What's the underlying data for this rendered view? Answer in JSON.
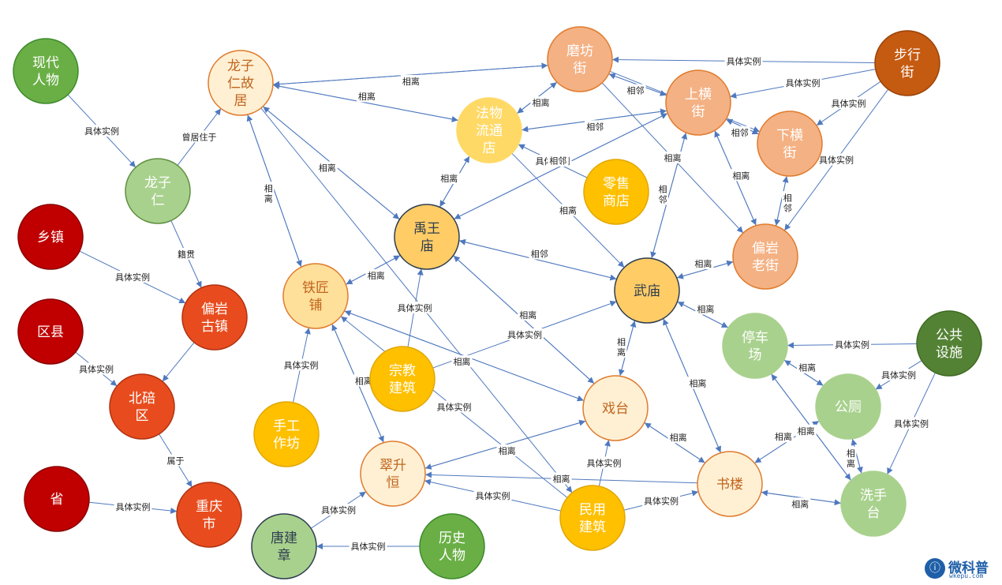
{
  "colors": {
    "edge": "#4f79be",
    "label_text": "#222222"
  },
  "logo": {
    "name": "微科普",
    "url": "wkepu.com"
  },
  "nodes": [
    {
      "id": "xiandai",
      "lines": [
        "现代",
        "人物"
      ],
      "fill": "#6aaf46",
      "stroke": "#3d8a2a",
      "text": "#ffffff"
    },
    {
      "id": "longziren",
      "lines": [
        "龙子",
        "仁"
      ],
      "fill": "#a9d18e",
      "stroke": "#5f8f3f",
      "text": "#ffffff"
    },
    {
      "id": "longzi_guju",
      "lines": [
        "龙子",
        "仁故",
        "居"
      ],
      "fill": "#fff0d3",
      "stroke": "#e07b2e",
      "text": "#c0641e"
    },
    {
      "id": "xiangzhen",
      "lines": [
        "乡镇"
      ],
      "fill": "#c00000",
      "stroke": "#8a0000",
      "text": "#ffffff"
    },
    {
      "id": "pianyan_guzhen",
      "lines": [
        "偏岩",
        "古镇"
      ],
      "fill": "#e84c1e",
      "stroke": "#b03210",
      "text": "#ffffff"
    },
    {
      "id": "quxian",
      "lines": [
        "区县"
      ],
      "fill": "#c00000",
      "stroke": "#8a0000",
      "text": "#ffffff"
    },
    {
      "id": "beibei",
      "lines": [
        "北碚",
        "区"
      ],
      "fill": "#e84c1e",
      "stroke": "#b03210",
      "text": "#ffffff"
    },
    {
      "id": "sheng",
      "lines": [
        "省"
      ],
      "fill": "#c00000",
      "stroke": "#8a0000",
      "text": "#ffffff"
    },
    {
      "id": "chongqing",
      "lines": [
        "重庆",
        "市"
      ],
      "fill": "#e84c1e",
      "stroke": "#b03210",
      "text": "#ffffff"
    },
    {
      "id": "tiejiangpu",
      "lines": [
        "铁匠",
        "铺"
      ],
      "fill": "#ffe09a",
      "stroke": "#e07b2e",
      "text": "#c0641e"
    },
    {
      "id": "shougong",
      "lines": [
        "手工",
        "作坊"
      ],
      "fill": "#ffc000",
      "stroke": "#e0a800",
      "text": "#ffffff"
    },
    {
      "id": "tangjianzhang",
      "lines": [
        "唐建",
        "章"
      ],
      "fill": "#a9d18e",
      "stroke": "#2e3e4e",
      "text": "#2e3e4e"
    },
    {
      "id": "lishi",
      "lines": [
        "历史",
        "人物"
      ],
      "fill": "#6aaf46",
      "stroke": "#3d8a2a",
      "text": "#ffffff"
    },
    {
      "id": "cuishengheng",
      "lines": [
        "翠升",
        "恒"
      ],
      "fill": "#fff0d3",
      "stroke": "#e07b2e",
      "text": "#c0641e"
    },
    {
      "id": "yuwangmiao",
      "lines": [
        "禹王",
        "庙"
      ],
      "fill": "#ffcc66",
      "stroke": "#2e3e4e",
      "text": "#2e3e4e"
    },
    {
      "id": "zongjiao",
      "lines": [
        "宗教",
        "建筑"
      ],
      "fill": "#ffc000",
      "stroke": "#e0a800",
      "text": "#ffffff"
    },
    {
      "id": "fawu",
      "lines": [
        "法物",
        "流通",
        "店"
      ],
      "fill": "#ffd966",
      "stroke": "#ffd966",
      "text": "#ffffff"
    },
    {
      "id": "lingshou",
      "lines": [
        "零售",
        "商店"
      ],
      "fill": "#ffc000",
      "stroke": "#e0a800",
      "text": "#ffffff"
    },
    {
      "id": "mofang",
      "lines": [
        "磨坊",
        "街"
      ],
      "fill": "#f4b183",
      "stroke": "#e07b2e",
      "text": "#ffffff"
    },
    {
      "id": "buxingjie",
      "lines": [
        "步行",
        "街"
      ],
      "fill": "#c55a11",
      "stroke": "#9a4308",
      "text": "#ffffff"
    },
    {
      "id": "shangheng",
      "lines": [
        "上横",
        "街"
      ],
      "fill": "#f4b183",
      "stroke": "#e07b2e",
      "text": "#ffffff"
    },
    {
      "id": "xiaheng",
      "lines": [
        "下横",
        "街"
      ],
      "fill": "#f4b183",
      "stroke": "#e07b2e",
      "text": "#ffffff"
    },
    {
      "id": "pianyan_laojie",
      "lines": [
        "偏岩",
        "老街"
      ],
      "fill": "#f4b183",
      "stroke": "#e07b2e",
      "text": "#ffffff"
    },
    {
      "id": "wumiao",
      "lines": [
        "武庙"
      ],
      "fill": "#ffcc66",
      "stroke": "#2e3e4e",
      "text": "#2e3e4e"
    },
    {
      "id": "xitai",
      "lines": [
        "戏台"
      ],
      "fill": "#fff0d3",
      "stroke": "#e07b2e",
      "text": "#c0641e"
    },
    {
      "id": "minyong",
      "lines": [
        "民用",
        "建筑"
      ],
      "fill": "#ffc000",
      "stroke": "#e0a800",
      "text": "#ffffff"
    },
    {
      "id": "shulou",
      "lines": [
        "书楼"
      ],
      "fill": "#fff0d3",
      "stroke": "#e07b2e",
      "text": "#c0641e"
    },
    {
      "id": "tingchechang",
      "lines": [
        "停车",
        "场"
      ],
      "fill": "#a9d18e",
      "stroke": "#a9d18e",
      "text": "#ffffff"
    },
    {
      "id": "gonggong",
      "lines": [
        "公共",
        "设施"
      ],
      "fill": "#548235",
      "stroke": "#3f6a22",
      "text": "#ffffff"
    },
    {
      "id": "gongce",
      "lines": [
        "公厕"
      ],
      "fill": "#a9d18e",
      "stroke": "#a9d18e",
      "text": "#ffffff"
    },
    {
      "id": "xishoutai",
      "lines": [
        "洗手",
        "台"
      ],
      "fill": "#a9d18e",
      "stroke": "#a9d18e",
      "text": "#ffffff"
    }
  ],
  "edges": [
    {
      "from": "xiandai",
      "to": "longziren",
      "label": "具体实例"
    },
    {
      "from": "longziren",
      "to": "longzi_guju",
      "label": "曾居住于"
    },
    {
      "from": "longziren",
      "to": "pianyan_guzhen",
      "label": "籍贯"
    },
    {
      "from": "xiangzhen",
      "to": "pianyan_guzhen",
      "label": "具体实例"
    },
    {
      "from": "pianyan_guzhen",
      "to": "beibei",
      "label": ""
    },
    {
      "from": "quxian",
      "to": "beibei",
      "label": "具体实例"
    },
    {
      "from": "beibei",
      "to": "chongqing",
      "label": "属于"
    },
    {
      "from": "sheng",
      "to": "chongqing",
      "label": "具体实例"
    },
    {
      "from": "lishi",
      "to": "tangjianzhang",
      "label": "具体实例"
    },
    {
      "from": "tangjianzhang",
      "to": "cuishengheng",
      "label": "具体实例"
    },
    {
      "from": "shougong",
      "to": "tiejiangpu",
      "label": "具体实例"
    },
    {
      "from": "zongjiao",
      "to": "yuwangmiao",
      "label": "具体实例"
    },
    {
      "from": "zongjiao",
      "to": "wumiao",
      "label": "具体实例"
    },
    {
      "from": "minyong",
      "to": "xitai",
      "label": "具体实例"
    },
    {
      "from": "minyong",
      "to": "shulou",
      "label": "具体实例"
    },
    {
      "from": "minyong",
      "to": "cuishengheng",
      "label": "具体实例"
    },
    {
      "from": "minyong",
      "to": "tiejiangpu",
      "label": "具体实例"
    },
    {
      "from": "lingshou",
      "to": "fawu",
      "label": "具体实例"
    },
    {
      "from": "buxingjie",
      "to": "mofang",
      "label": "具体实例"
    },
    {
      "from": "buxingjie",
      "to": "shangheng",
      "label": "具体实例"
    },
    {
      "from": "buxingjie",
      "to": "xiaheng",
      "label": "具体实例"
    },
    {
      "from": "buxingjie",
      "to": "pianyan_laojie",
      "label": "具体实例"
    },
    {
      "from": "gonggong",
      "to": "tingchechang",
      "label": "具体实例"
    },
    {
      "from": "gonggong",
      "to": "gongce",
      "label": "具体实例"
    },
    {
      "from": "gonggong",
      "to": "xishoutai",
      "label": "具体实例"
    },
    {
      "from": "longzi_guju",
      "to": "mofang",
      "label": "相离"
    },
    {
      "from": "mofang",
      "to": "longzi_guju",
      "label": "相离"
    },
    {
      "from": "longzi_guju",
      "to": "fawu",
      "label": "相离"
    },
    {
      "from": "fawu",
      "to": "longzi_guju",
      "label": "相离"
    },
    {
      "from": "longzi_guju",
      "to": "yuwangmiao",
      "label": "相离"
    },
    {
      "from": "yuwangmiao",
      "to": "longzi_guju",
      "label": "相离"
    },
    {
      "from": "longzi_guju",
      "to": "tiejiangpu",
      "label": "相离"
    },
    {
      "from": "tiejiangpu",
      "to": "longzi_guju",
      "label": "相离"
    },
    {
      "from": "yuwangmiao",
      "to": "tiejiangpu",
      "label": "相离"
    },
    {
      "from": "tiejiangpu",
      "to": "yuwangmiao",
      "label": "相离"
    },
    {
      "from": "tiejiangpu",
      "to": "cuishengheng",
      "label": "相离"
    },
    {
      "from": "cuishengheng",
      "to": "tiejiangpu",
      "label": "相离"
    },
    {
      "from": "tiejiangpu",
      "to": "xitai",
      "label": "相离"
    },
    {
      "from": "xitai",
      "to": "tiejiangpu",
      "label": "相离"
    },
    {
      "from": "cuishengheng",
      "to": "xitai",
      "label": "相离"
    },
    {
      "from": "xitai",
      "to": "cuishengheng",
      "label": "相离"
    },
    {
      "from": "shulou",
      "to": "cuishengheng",
      "label": "相离"
    },
    {
      "from": "yuwangmiao",
      "to": "fawu",
      "label": "相邻"
    },
    {
      "from": "fawu",
      "to": "yuwangmiao",
      "label": "相离"
    },
    {
      "from": "yuwangmiao",
      "to": "shangheng",
      "label": "相邻"
    },
    {
      "from": "shangheng",
      "to": "yuwangmiao",
      "label": "相邻"
    },
    {
      "from": "yuwangmiao",
      "to": "wumiao",
      "label": "相邻"
    },
    {
      "from": "wumiao",
      "to": "yuwangmiao",
      "label": "相邻"
    },
    {
      "from": "yuwangmiao",
      "to": "xitai",
      "label": "相离"
    },
    {
      "from": "xitai",
      "to": "yuwangmiao",
      "label": "相离"
    },
    {
      "from": "fawu",
      "to": "mofang",
      "label": "相离"
    },
    {
      "from": "mofang",
      "to": "fawu",
      "label": "相离"
    },
    {
      "from": "fawu",
      "to": "shangheng",
      "label": "相邻"
    },
    {
      "from": "shangheng",
      "to": "fawu",
      "label": "相邻"
    },
    {
      "from": "fawu",
      "to": "wumiao",
      "label": "相离"
    },
    {
      "from": "mofang",
      "to": "shangheng",
      "label": "相邻"
    },
    {
      "from": "shangheng",
      "to": "mofang",
      "label": "相邻"
    },
    {
      "from": "mofang",
      "to": "xiaheng",
      "label": "相离"
    },
    {
      "from": "mofang",
      "to": "pianyan_laojie",
      "label": "相离"
    },
    {
      "from": "shangheng",
      "to": "xiaheng",
      "label": "相邻"
    },
    {
      "from": "xiaheng",
      "to": "shangheng",
      "label": "相邻"
    },
    {
      "from": "shangheng",
      "to": "pianyan_laojie",
      "label": "相离"
    },
    {
      "from": "pianyan_laojie",
      "to": "shangheng",
      "label": "相离"
    },
    {
      "from": "xiaheng",
      "to": "pianyan_laojie",
      "label": "相离"
    },
    {
      "from": "pianyan_laojie",
      "to": "xiaheng",
      "label": "相邻"
    },
    {
      "from": "wumiao",
      "to": "shangheng",
      "label": "相邻"
    },
    {
      "from": "shangheng",
      "to": "wumiao",
      "label": "相邻"
    },
    {
      "from": "wumiao",
      "to": "pianyan_laojie",
      "label": "相离"
    },
    {
      "from": "pianyan_laojie",
      "to": "wumiao",
      "label": "相离"
    },
    {
      "from": "wumiao",
      "to": "xitai",
      "label": "相离"
    },
    {
      "from": "xitai",
      "to": "wumiao",
      "label": "相离"
    },
    {
      "from": "wumiao",
      "to": "shulou",
      "label": "相离"
    },
    {
      "from": "shulou",
      "to": "wumiao",
      "label": "相离"
    },
    {
      "from": "wumiao",
      "to": "tingchechang",
      "label": "相离"
    },
    {
      "from": "tingchechang",
      "to": "wumiao",
      "label": "相离"
    },
    {
      "from": "xitai",
      "to": "shulou",
      "label": "相离"
    },
    {
      "from": "shulou",
      "to": "xitai",
      "label": "相离"
    },
    {
      "from": "shulou",
      "to": "gongce",
      "label": "相离"
    },
    {
      "from": "gongce",
      "to": "shulou",
      "label": "相离"
    },
    {
      "from": "shulou",
      "to": "xishoutai",
      "label": "相离"
    },
    {
      "from": "xishoutai",
      "to": "shulou",
      "label": "相离"
    },
    {
      "from": "tingchechang",
      "to": "gongce",
      "label": "相离"
    },
    {
      "from": "gongce",
      "to": "tingchechang",
      "label": "相离"
    },
    {
      "from": "tingchechang",
      "to": "xishoutai",
      "label": "相离"
    },
    {
      "from": "xishoutai",
      "to": "tingchechang",
      "label": "相离"
    },
    {
      "from": "gongce",
      "to": "xishoutai",
      "label": "相离"
    },
    {
      "from": "xishoutai",
      "to": "gongce",
      "label": "相离"
    },
    {
      "from": "longzi_guju",
      "to": "minyong",
      "label": ""
    }
  ]
}
